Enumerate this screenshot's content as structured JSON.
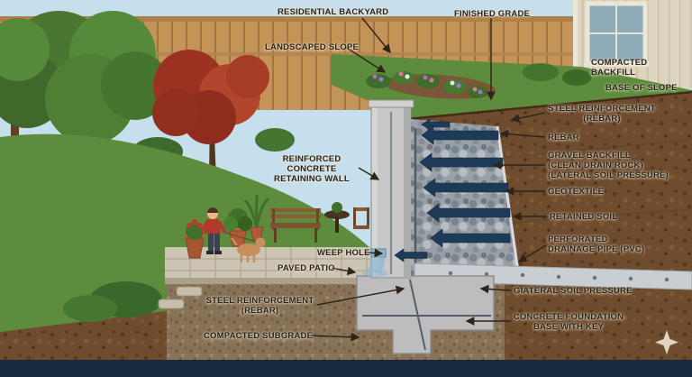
{
  "labels": {
    "residential_backyard": "RESIDENTIAL BACKYARD",
    "finished_grade": "FINISHED GRADE",
    "landscaped_slope": "LANDSCAPED SLOPE",
    "compacted_backfill": "COMPACTED BACKFILL",
    "base_of_slope": "BASE OF SLOPE",
    "steel_reinforcement_top": "STEEL REINFORCEMENT\n(REBAR)",
    "rebar": "REBAR",
    "gravel_backfill": "GRAVEL BACKFILL\n(CLEAN DRAIN ROCK)\n(LATERAL SOIL PRESSURE)",
    "geotextile": "GEOTEXTILE",
    "retained_soil": "RETAINED SOIL",
    "perforated_pipe": "PERFORATED\nDRAINAGE PIPE (PVC)",
    "lateral_soil_pressure": "GIATERAL SOIL PRESSURE",
    "concrete_foundation": "CONCRETE FOUNDATION\nBASE WITH KEY",
    "reinforced_wall": "REINFORCED CONCRETE\nRETAINING WALL",
    "weep_hole": "WEEP HOLE",
    "paved_patio": "PAVED PATIO",
    "steel_reinforcement_bottom": "STEEL REINFORCEMENT\n(REBAR)",
    "compacted_subgrade": "COMPACTED SUBGRADE"
  },
  "icons": {
    "sparkle": "✦"
  },
  "colors": {
    "sky": "#c6dfec",
    "grass": "#5d8c3c",
    "soil": "#6f4c2e",
    "gravel": "#99a1a7",
    "concrete": "#c8c8c8",
    "pressure_arrow_blue": "#1d3a57",
    "fence": "#c49357",
    "bottom_bar": "#16293f",
    "label_text": "#2b2115"
  }
}
